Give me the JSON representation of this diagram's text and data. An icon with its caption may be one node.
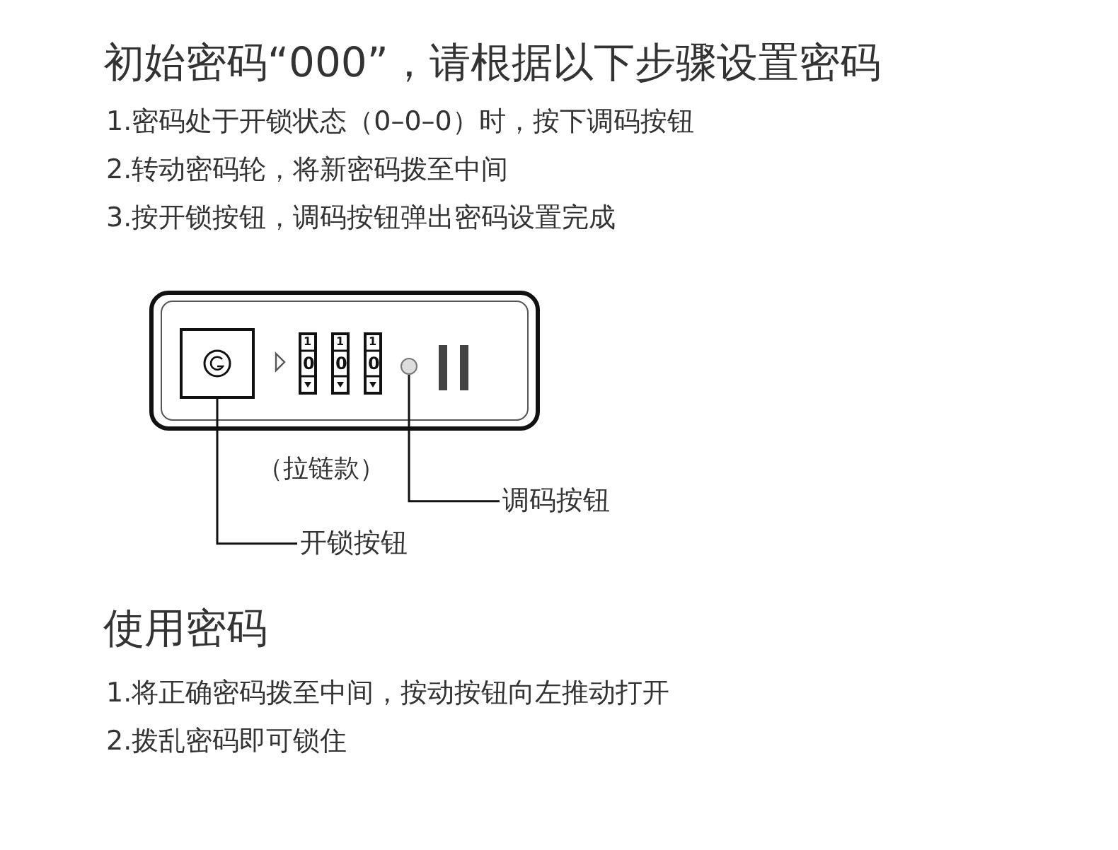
{
  "diagram": {
    "title": "初始密码“000”，请根据以下步骤设置密码",
    "nodes": [
      {
        "text": [],
        "shape": "box"
      },
      {
        "text": [],
        "shape": "circle"
      },
      {
        "text": [
          "开锁按钮"
        ]
      },
      {
        "text": [
          "调码按钮"
        ]
      }
    ],
    "edges": [
      {
        "from": 2,
        "to": 0,
        "arrow": "none"
      },
      {
        "from": 3,
        "to": 1,
        "arrow": "none"
      }
    ],
    "labels": [
      "1.密码处于开锁状态（0–0–0）时，按下调码按钮",
      "2.转动密码轮，将新密码拨至中间",
      "3.按开锁按钮，调码按钮弹出密码设置完成",
      "1",
      "0",
      "1",
      "0",
      "1",
      "0",
      "（拉链款）",
      "使用密码",
      "1.将正确密码拨至中间，按动按钮向左推动打开",
      "2.拨乱密码即可锁住"
    ]
  }
}
